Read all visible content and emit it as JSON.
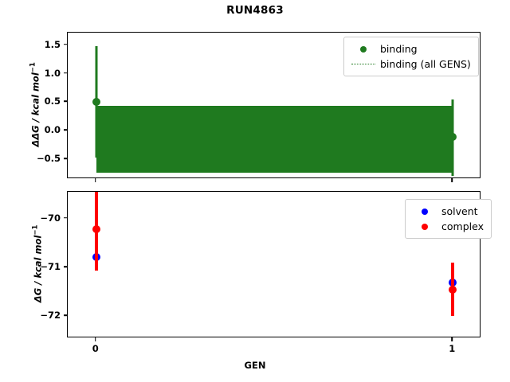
{
  "chart_data": {
    "type": "scatter",
    "title": "RUN4863",
    "xlabel": "GEN",
    "x": [
      0,
      1
    ],
    "xticklabels": [
      "0",
      "1"
    ],
    "xlim": [
      -0.08,
      1.08
    ],
    "panels": [
      {
        "name": "ddg-panel",
        "ylabel": "ΔΔG / kcal mol⁻¹",
        "ylim": [
          -0.85,
          1.72
        ],
        "yticks": [
          1.5,
          1.0,
          0.5,
          0.0,
          -0.5
        ],
        "yticklabels": [
          "1.5",
          "1.0",
          "0.5",
          "0.0",
          "−0.5"
        ],
        "grid": false,
        "legend_position": "upper right",
        "series": [
          {
            "name": "binding",
            "style": "marker-with-errorbar",
            "color": "#1f7a1f",
            "x": [
              0,
              1
            ],
            "values": [
              0.51,
              -0.11
            ],
            "yerr_low": [
              0.98,
              0.68
            ],
            "yerr_high": [
              0.97,
              0.66
            ]
          },
          {
            "name": "binding (all GENS)",
            "style": "dotted-band",
            "color": "#1f7a1f",
            "band_top": 0.44,
            "band_bottom": -0.74,
            "note": "dense dotted vertical lines across all GENS forming a filled green band"
          }
        ],
        "legend": [
          {
            "label": "binding",
            "marker": "circle",
            "color": "#1f7a1f"
          },
          {
            "label": "binding (all GENS)",
            "marker": "dotted-line",
            "color": "#1f7a1f"
          }
        ]
      },
      {
        "name": "dg-panel",
        "ylabel": "ΔG / kcal mol⁻¹",
        "ylim": [
          -72.45,
          -69.45
        ],
        "yticks": [
          -70,
          -71,
          -72
        ],
        "yticklabels": [
          "−70",
          "−71",
          "−72"
        ],
        "grid": false,
        "legend_position": "upper right",
        "series": [
          {
            "name": "solvent",
            "style": "marker-with-errorbar",
            "color": "#0000ff",
            "x": [
              0,
              1
            ],
            "values": [
              -70.79,
              -71.31
            ],
            "yerr_low": [
              0.12,
              0.1
            ],
            "yerr_high": [
              0.12,
              0.1
            ]
          },
          {
            "name": "complex",
            "style": "marker-with-errorbar",
            "color": "#ff0000",
            "x": [
              0,
              1
            ],
            "values": [
              -70.21,
              -71.45
            ],
            "yerr_low": [
              0.85,
              0.55
            ],
            "yerr_high": [
              0.78,
              0.55
            ]
          }
        ],
        "legend": [
          {
            "label": "solvent",
            "marker": "circle",
            "color": "#0000ff"
          },
          {
            "label": "complex",
            "marker": "circle",
            "color": "#ff0000"
          }
        ]
      }
    ]
  },
  "figure": {
    "title": "RUN4863",
    "xlabel": "GEN",
    "background": "#ffffff"
  },
  "top_panel": {
    "ylabel_main": "ΔΔG / kcal mol",
    "ylabel_sup": "−1",
    "yticklabels": [
      "1.5",
      "1.0",
      "0.5",
      "0.0",
      "−0.5"
    ],
    "legend": {
      "item0": "binding",
      "item1": "binding (all GENS)"
    }
  },
  "bottom_panel": {
    "ylabel_main": "ΔG / kcal mol",
    "ylabel_sup": "−1",
    "yticklabels": [
      "−70",
      "−71",
      "−72"
    ],
    "legend": {
      "item0": "solvent",
      "item1": "complex"
    }
  },
  "xaxis": {
    "ticklabels": [
      "0",
      "1"
    ],
    "label": "GEN"
  },
  "colors": {
    "binding": "#1f7a1f",
    "solvent": "#0000ff",
    "complex": "#ff0000",
    "axis": "#000000"
  }
}
